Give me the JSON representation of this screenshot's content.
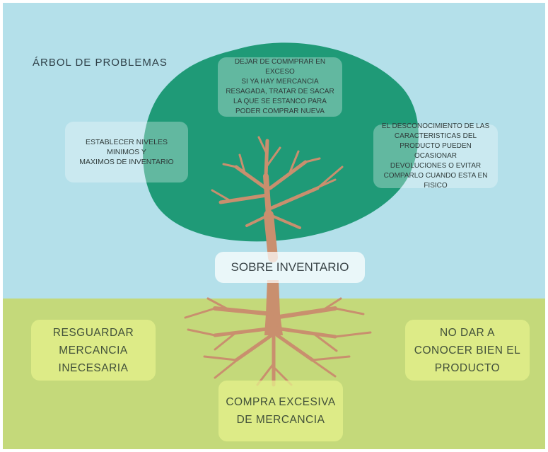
{
  "title": "ÁRBOL DE PROBLEMAS",
  "colors": {
    "sky": "#b4e0ea",
    "ground": "#c4d97a",
    "canopy": "#1f9a77",
    "trunk": "#c98f6e",
    "box_light": "#ffffff",
    "box_root": "#e4ee8c"
  },
  "central_problem": "SOBRE INVENTARIO",
  "effects": {
    "top_lines": [
      "DEJAR DE COMMPRAR EN EXCESO",
      "SI YA HAY MERCANCIA",
      "RESAGADA, TRATAR DE SACAR",
      "LA QUE SE ESTANCO PARA",
      "PODER COMPRAR NUEVA"
    ],
    "left_lines": [
      "ESTABLECER NIVELES MINIMOS Y",
      "MAXIMOS DE INVENTARIO"
    ],
    "right_lines": [
      "EL DESCONOCIMIENTO DE LAS",
      "CARACTERISTICAS DEL",
      "PRODUCTO PUEDEN OCASIONAR",
      "DEVOLUCIONES O EVITAR",
      "COMPARLO CUANDO ESTA EN",
      "FISICO"
    ]
  },
  "causes": {
    "left_lines": [
      "RESGUARDAR",
      "MERCANCIA",
      "INECESARIA"
    ],
    "right_lines": [
      "NO DAR A",
      "CONOCER BIEN EL",
      "PRODUCTO"
    ],
    "bottom_lines": [
      "COMPRA EXCESIVA",
      "DE MERCANCIA"
    ]
  }
}
